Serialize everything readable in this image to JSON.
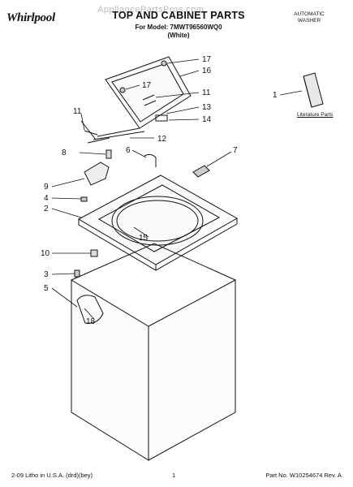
{
  "header": {
    "brand": "Whirlpool",
    "watermark": "AppliancePartsPros.com",
    "title": "TOP AND CABINET PARTS",
    "model_line": "For Model: 7MWT96560WQ0",
    "color_line": "(White)",
    "product_line1": "AUTOMATIC",
    "product_line2": "WASHER"
  },
  "literature": {
    "callout": "1",
    "label": "Literature Parts"
  },
  "callouts": {
    "c17a": "17",
    "c16": "16",
    "c17b": "17",
    "c11a": "11",
    "c11b": "11",
    "c13": "13",
    "c14": "14",
    "c12": "12",
    "c8": "8",
    "c6": "6",
    "c7": "7",
    "c9": "9",
    "c4": "4",
    "c2": "2",
    "c15": "15",
    "c10": "10",
    "c3": "3",
    "c5": "5",
    "c18": "18"
  },
  "footer": {
    "left": "2-09 Litho in U.S.A. (drd)(bey)",
    "center": "1",
    "right": "Part No. W10254674 Rev. A"
  }
}
